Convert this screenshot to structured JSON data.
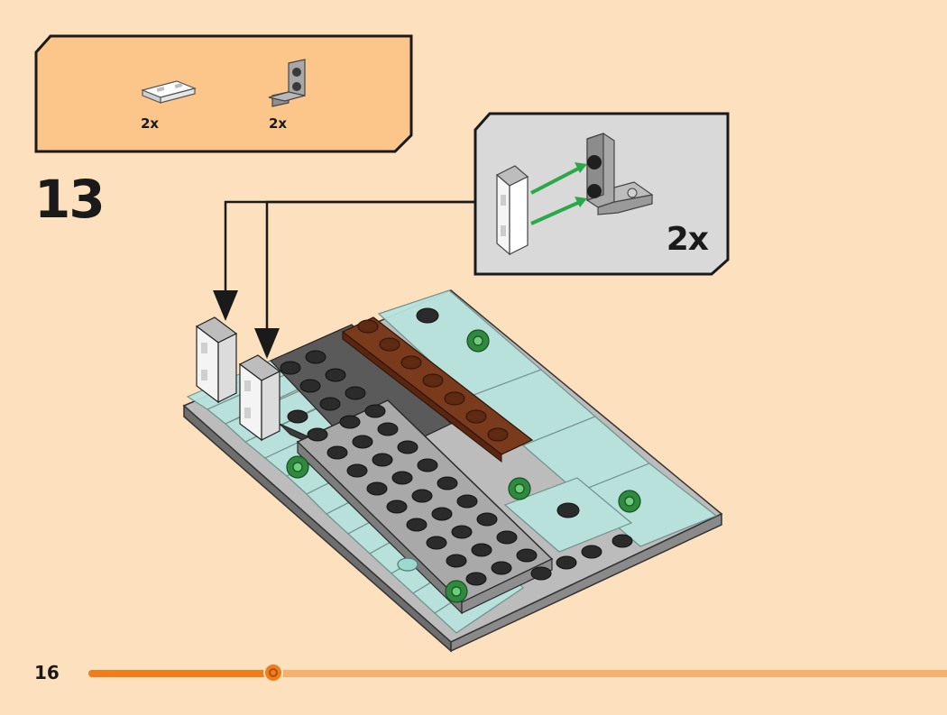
{
  "parts_list": {
    "items": [
      {
        "icon": "white-tile-2x1-icon",
        "quantity": "2x"
      },
      {
        "icon": "grey-bracket-icon",
        "quantity": "2x"
      }
    ]
  },
  "step": {
    "number": "13"
  },
  "callout": {
    "quantity": "2x"
  },
  "footer": {
    "page_number": "16"
  },
  "progress": {
    "fraction": 0.215
  },
  "colors": {
    "page_background": "#fde0bd",
    "parts_box": "#fcc68a",
    "callout_box": "#d9d9d9",
    "progress_fill": "#ef7d1a",
    "progress_track": "#f6b06e",
    "arrow_green": "#2aa84a"
  }
}
